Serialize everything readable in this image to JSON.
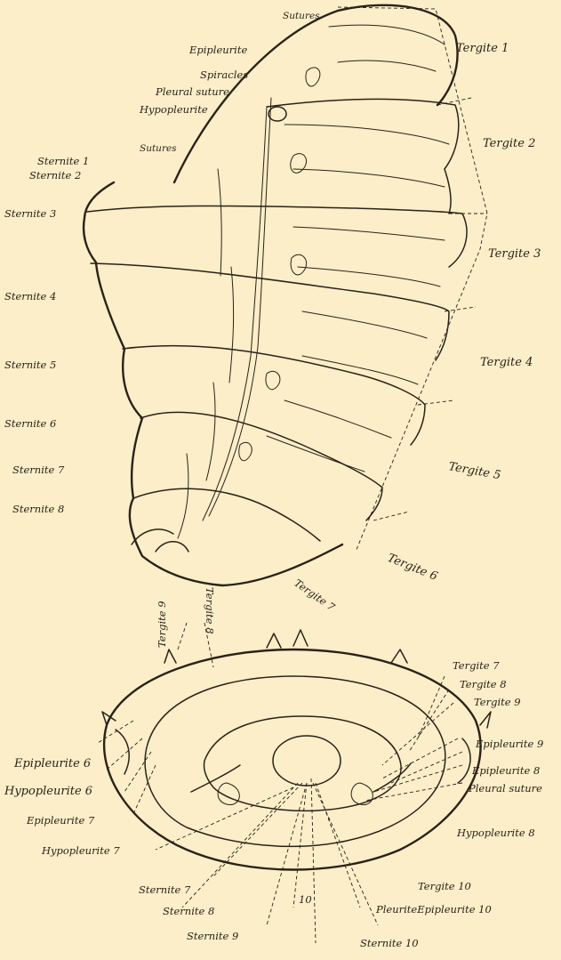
{
  "labels": {
    "sutures_top": "Sutures",
    "epipleurite": "Epipleurite",
    "spiracles": "Spiracles",
    "pleural_suture": "Pleural suture",
    "hypopleurite": "Hypopleurite",
    "sutures_mid": "Sutures",
    "sternite_1": "Sternite 1",
    "sternite_2": "Sternite 2",
    "sternite_3": "Sternite 3",
    "sternite_4": "Sternite 4",
    "sternite_5": "Sternite 5",
    "sternite_6": "Sternite 6",
    "sternite_7": "Sternite 7",
    "sternite_8": "Sternite 8",
    "tergite_1": "Tergite 1",
    "tergite_2": "Tergite 2",
    "tergite_3": "Tergite 3",
    "tergite_4": "Tergite 4",
    "tergite_5": "Tergite 5",
    "tergite_6": "Tergite 6",
    "tergite_7_rot": "Tergite 7",
    "tergite_8_rot": "Tergite 8",
    "tergite_9_rot": "Tergite 9",
    "b_tergite_7": "Tergite 7",
    "b_tergite_8": "Tergite 8",
    "b_tergite_9": "Tergite 9",
    "b_epipleurite_6": "Epipleurite 6",
    "b_hypopleurite_6": "Hypopleurite 6",
    "b_epipleurite_7": "Epipleurite 7",
    "b_hypopleurite_7": "Hypopleurite 7",
    "b_sternite_7": "Sternite 7",
    "b_sternite_8": "Sternite 8",
    "b_sternite_9": "Sternite 9",
    "b_epipleurite_9": "Epipleurite 9",
    "b_epipleurite_8": "Epipleurite 8",
    "b_pleural_suture": "Pleural suture",
    "b_hypopleurite_8": "Hypopleurite 8",
    "b_tergite_10": "Tergite 10",
    "b_pleurite_epipleurite_10": "PleuriteEpipleurite 10",
    "b_sternite_10": "Sternite 10",
    "b_num_10": "10"
  }
}
